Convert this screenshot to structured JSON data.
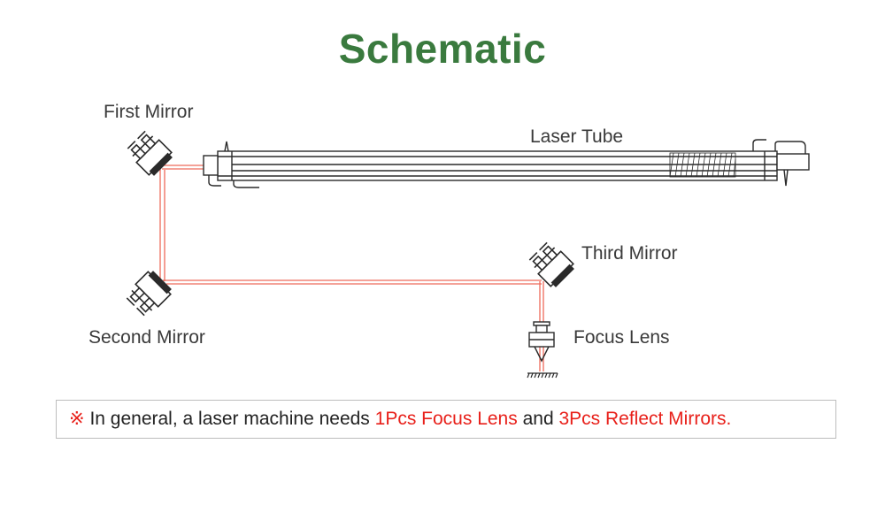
{
  "title": "Schematic",
  "labels": {
    "first_mirror": "First Mirror",
    "laser_tube": "Laser Tube",
    "third_mirror": "Third Mirror",
    "second_mirror": "Second Mirror",
    "focus_lens": "Focus Lens"
  },
  "note": {
    "symbol": "※",
    "text_1": " In general, a laser machine needs ",
    "highlight_1": "1Pcs Focus Lens",
    "text_2": " and ",
    "highlight_2": "3Pcs Reflect Mirrors."
  },
  "colors": {
    "title": "#3a7a3e",
    "beam": "#ee6a5a",
    "highlight": "#e8201a",
    "line": "#2a2a2a"
  }
}
